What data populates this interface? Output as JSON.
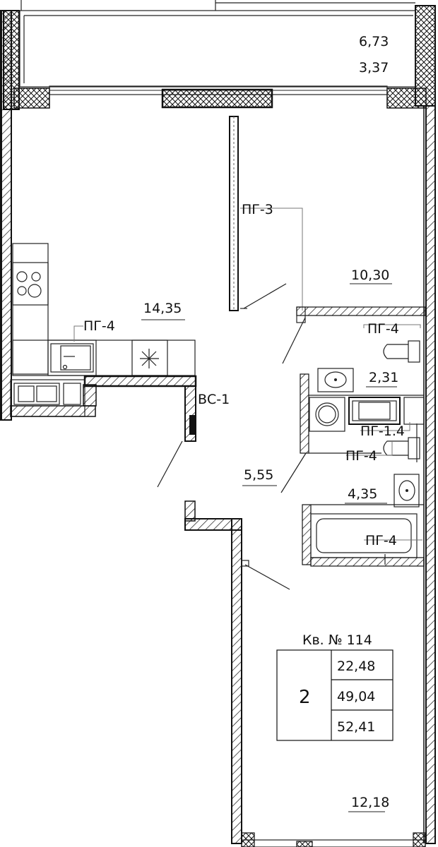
{
  "rooms": {
    "balcony_area_1": "6,73",
    "balcony_area_2": "3,37",
    "kitchen_living_area": "14,35",
    "bedroom_area": "10,30",
    "toilet_area": "2,31",
    "hall_area": "5,55",
    "bathroom_area": "4,35",
    "room_area": "12,18"
  },
  "tags": {
    "pg3": "ПГ-3",
    "pg4_kitchen": "ПГ-4",
    "pg4_toilet": "ПГ-4",
    "pg14": "ПГ-1.4",
    "pg4_hall": "ПГ-4",
    "pg4_bath": "ПГ-4",
    "vs1": "ВС-1"
  },
  "apartment": {
    "title": "Кв. № 114",
    "rooms_count": "2",
    "living_area": "22,48",
    "total_area": "49,04",
    "total_area_with_balcony": "52,41"
  }
}
